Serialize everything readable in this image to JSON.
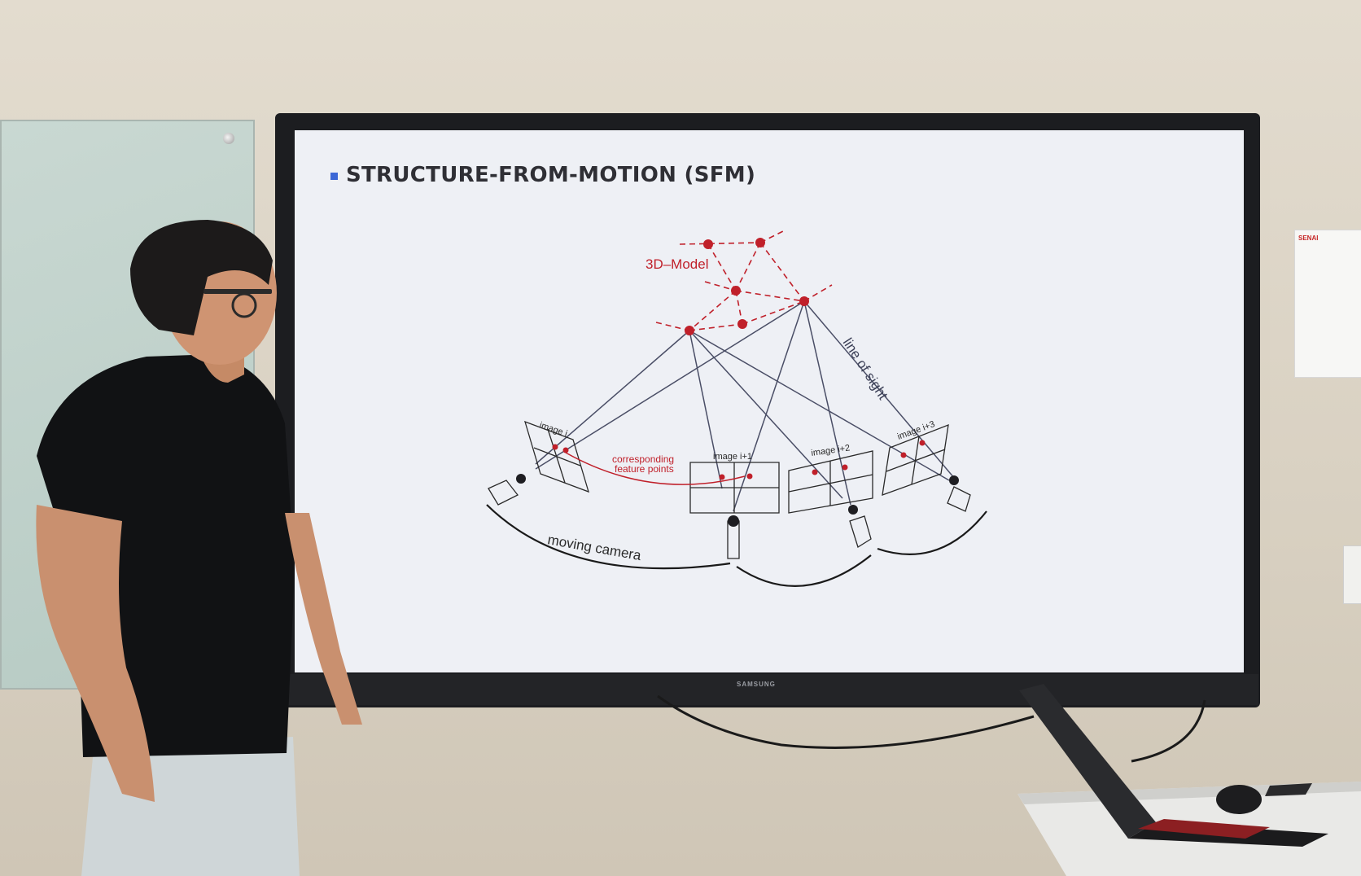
{
  "slide": {
    "title": "STRUCTURE-FROM-MOTION (SFM)",
    "diagram": {
      "model_label": "3D–Model",
      "line_of_sight_label": "line of sight",
      "corresponding_label_1": "corresponding",
      "corresponding_label_2": "feature points",
      "moving_camera_label": "moving camera",
      "image_labels": [
        "image i",
        "image i+1",
        "image i+2",
        "image i+3"
      ]
    }
  },
  "tv": {
    "brand": "SAMSUNG"
  },
  "notice": {
    "brand": "SENAI"
  },
  "colors": {
    "accent_red": "#c0202a",
    "bullet_blue": "#3c67d6",
    "line_gray": "#4a4e66"
  }
}
